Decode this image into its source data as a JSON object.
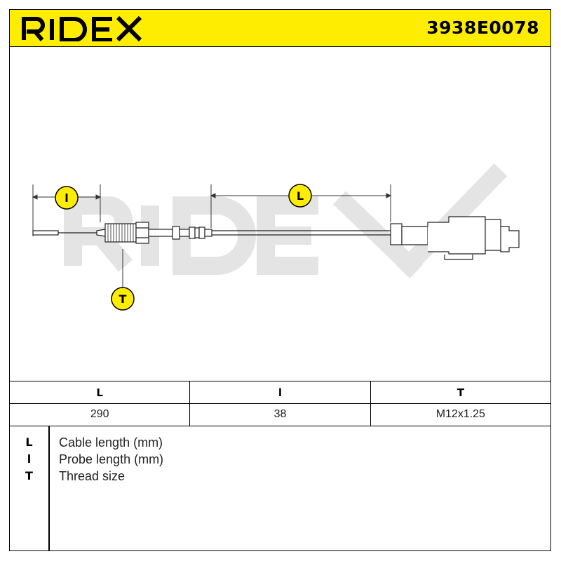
{
  "header": {
    "brand": "RIDEX",
    "part_number": "3938E0078",
    "accent_color": "#FFED00"
  },
  "drawing": {
    "watermark": "RIDEX",
    "callouts": {
      "probe": "l",
      "cable": "L",
      "thread": "T"
    }
  },
  "spec_table": {
    "headers": [
      "L",
      "l",
      "T"
    ],
    "values": [
      "290",
      "38",
      "M12x1.25"
    ]
  },
  "legend": [
    {
      "key": "L",
      "desc": "Cable length (mm)"
    },
    {
      "key": "l",
      "desc": "Probe length (mm)"
    },
    {
      "key": "T",
      "desc": "Thread size"
    }
  ]
}
